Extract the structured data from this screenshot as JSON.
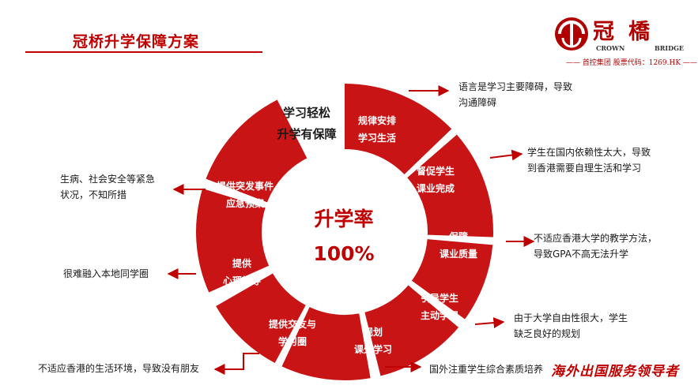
{
  "header": {
    "title": "冠桥升学保障方案"
  },
  "logo": {
    "name_cn": "冠橋",
    "name_en_left": "CROWN",
    "name_en_right": "BRIDGE",
    "tagline": "—— 首控集团 股票代码：1269.HK ——"
  },
  "center": {
    "heading": [
      "学习轻松",
      "升学有保障"
    ],
    "metric_label": "升学率",
    "metric_value": "100%"
  },
  "segments": [
    {
      "label": [
        "规律安排",
        "学习生活"
      ]
    },
    {
      "label": [
        "督促学生",
        "课业完成"
      ]
    },
    {
      "label": [
        "保障",
        "课业质量"
      ]
    },
    {
      "label": [
        "引导学生",
        "主动学习"
      ]
    },
    {
      "label": [
        "规划",
        "课外学习"
      ]
    },
    {
      "label": [
        "提供交友与",
        "学习圈"
      ]
    },
    {
      "label": [
        "提供",
        "心理辅导"
      ]
    },
    {
      "label": [
        "提供突发事件",
        "应急预案"
      ]
    }
  ],
  "notes": [
    {
      "lines": [
        "语言是学习主要障碍，导致",
        "沟通障碍"
      ]
    },
    {
      "lines": [
        "学生在国内依赖性太大，导致",
        "到香港需要自理生活和学习"
      ]
    },
    {
      "lines": [
        "不适应香港大学的教学方法，",
        "导致GPA不高无法升学"
      ]
    },
    {
      "lines": [
        "由于大学自由性很大，学生",
        "缺乏良好的规划"
      ]
    },
    {
      "lines": [
        "国外注重学生综合素质培养"
      ]
    },
    {
      "lines": [
        "不适应香港的生活环境，导致没有朋友"
      ]
    },
    {
      "lines": [
        "很难融入本地同学圈"
      ]
    },
    {
      "lines": [
        "生病、社会安全等紧急",
        "状况，不知所措"
      ]
    }
  ],
  "footer": {
    "slogan": "海外出国服务领导者"
  },
  "colors": {
    "accent": "#c00000",
    "segment": "#c81414"
  }
}
